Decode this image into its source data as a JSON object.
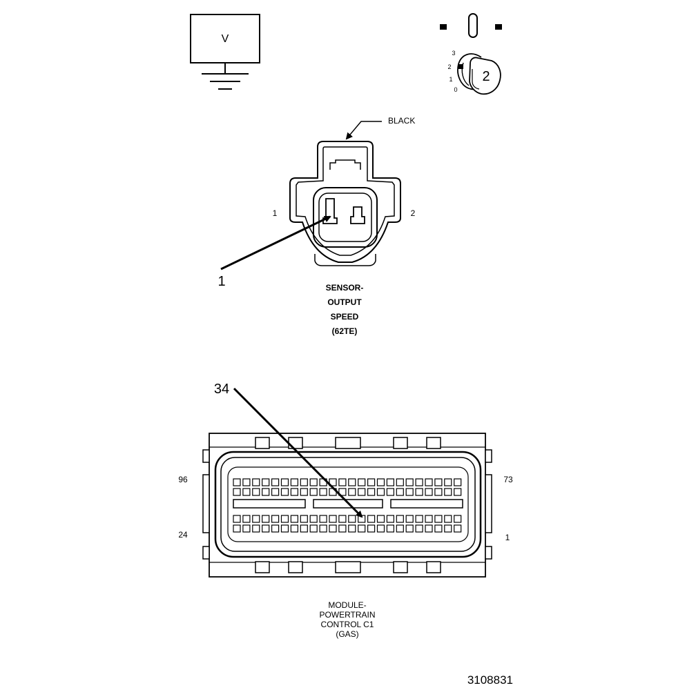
{
  "meter": {
    "mode": "V",
    "switch_positions": [
      "3",
      "2",
      "1",
      "0"
    ],
    "selected_position": "2",
    "knob_label": "2"
  },
  "sensor_connector": {
    "color_callout": "BLACK",
    "cavity_left": "1",
    "cavity_right": "2",
    "probe_callout": "1",
    "caption": [
      "SENSOR-",
      "OUTPUT",
      "SPEED",
      "(62TE)"
    ]
  },
  "pcm_connector": {
    "probe_callout": "34",
    "corner_top_left": "96",
    "corner_top_right": "73",
    "corner_bottom_left": "24",
    "corner_bottom_right": "1",
    "caption": [
      "MODULE-",
      "POWERTRAIN",
      "CONTROL C1",
      "(GAS)"
    ]
  },
  "figure_number": "3108831"
}
